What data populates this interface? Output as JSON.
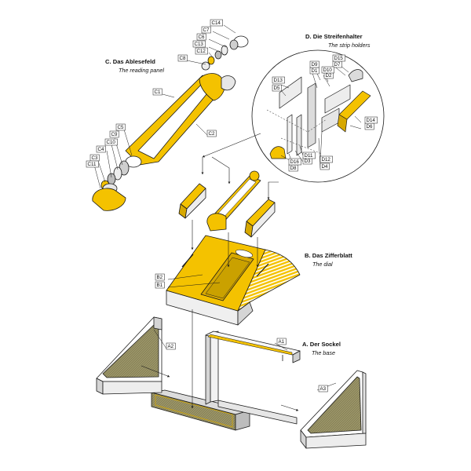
{
  "colors": {
    "accent": "#f4c200",
    "accent_dark": "#d7a800",
    "outline": "#1a1a1a",
    "grey": "#c9c9c9",
    "grey_dark": "#8c8c8c",
    "olive": "#9a9467"
  },
  "sections": {
    "base": {
      "title": "A. Der Sockel",
      "subtitle": "The base"
    },
    "dial": {
      "title": "B. Das Zifferblatt",
      "subtitle": "The dial"
    },
    "reading_panel": {
      "title": "C. Das Ablesefeld",
      "subtitle": "The reading panel"
    },
    "strip_holders": {
      "title": "D. Die Streifenhalter",
      "subtitle": "The strip holders"
    }
  },
  "part_labels": {
    "A1": "A1",
    "A2": "A2",
    "A3": "A3",
    "B1": "B1",
    "B2": "B2",
    "C1": "C1",
    "C2": "C2",
    "C3": "C3",
    "C4": "C4",
    "C5": "C5",
    "C6": "C6",
    "C7": "C7",
    "C8": "C8",
    "C9": "C9",
    "C10": "C10",
    "C11": "C11",
    "C12": "C12",
    "C13": "C13",
    "C14": "C14",
    "D1": "D1",
    "D2": "D2",
    "D3": "D3",
    "D4": "D4",
    "D5": "D5",
    "D6": "D6",
    "D7": "D7",
    "D8": "D8",
    "D9": "D9",
    "D10": "D10",
    "D11": "D11",
    "D12": "D12",
    "D13": "D13",
    "D14": "D14",
    "D15": "D15",
    "D16": "D16"
  }
}
